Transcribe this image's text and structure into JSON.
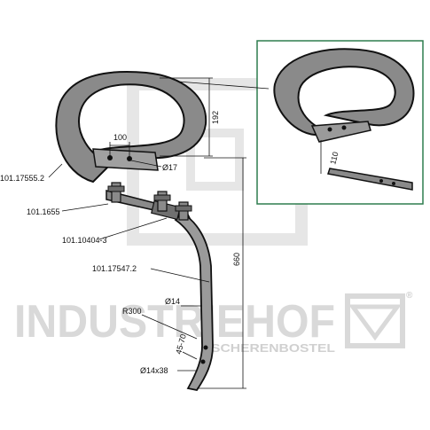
{
  "colors": {
    "background": "#ffffff",
    "inset_border": "#2e7d4f",
    "part_fill": "#8a8a8a",
    "part_stroke": "#111111",
    "watermark": "#d9d9d9"
  },
  "watermark": {
    "brand": "INDUSTRIEHOF",
    "registered": "®",
    "location": "SCHERENBOSTEL"
  },
  "part_numbers": {
    "shovel": "101.17555.2",
    "bolt": "101.1655",
    "clamp": "101.10404-3",
    "tine": "101.17547.2"
  },
  "dimensions": {
    "shovel_height": "192",
    "bolt_spacing": "100",
    "hole_diameter": "Ø17",
    "inset_width": "110",
    "tine_height": "660",
    "tine_diameter": "Ø14",
    "bend_radius": "R300",
    "tip_angle": "45-70",
    "tip_section": "Ø14x38"
  },
  "icons": {
    "watermark_logo": "industriehof-logo-icon"
  }
}
